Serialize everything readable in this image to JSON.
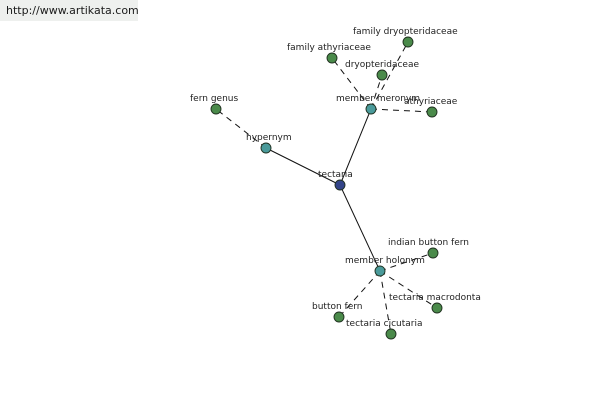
{
  "watermark": "http://www.artikata.com",
  "colors": {
    "center": "#334488",
    "relation": "#4a9a9a",
    "leaf": "#4a8a4a"
  },
  "nodes": {
    "center": "tectaria",
    "hypernym": "hypernym",
    "member_meronym": "member meronym",
    "member_holonym": "member holonym",
    "fern_genus": "fern genus",
    "family_athyriaceae": "family athyriaceae",
    "family_dryopteridaceae": "family dryopteridaceae",
    "dryopteridaceae": "dryopteridaceae",
    "athyriaceae": "athyriaceae",
    "indian_button_fern": "indian button fern",
    "tectaria_macrodonta": "tectaria macrodonta",
    "button_fern": "button fern",
    "tectaria_cicutaria": "tectaria cicutaria"
  }
}
